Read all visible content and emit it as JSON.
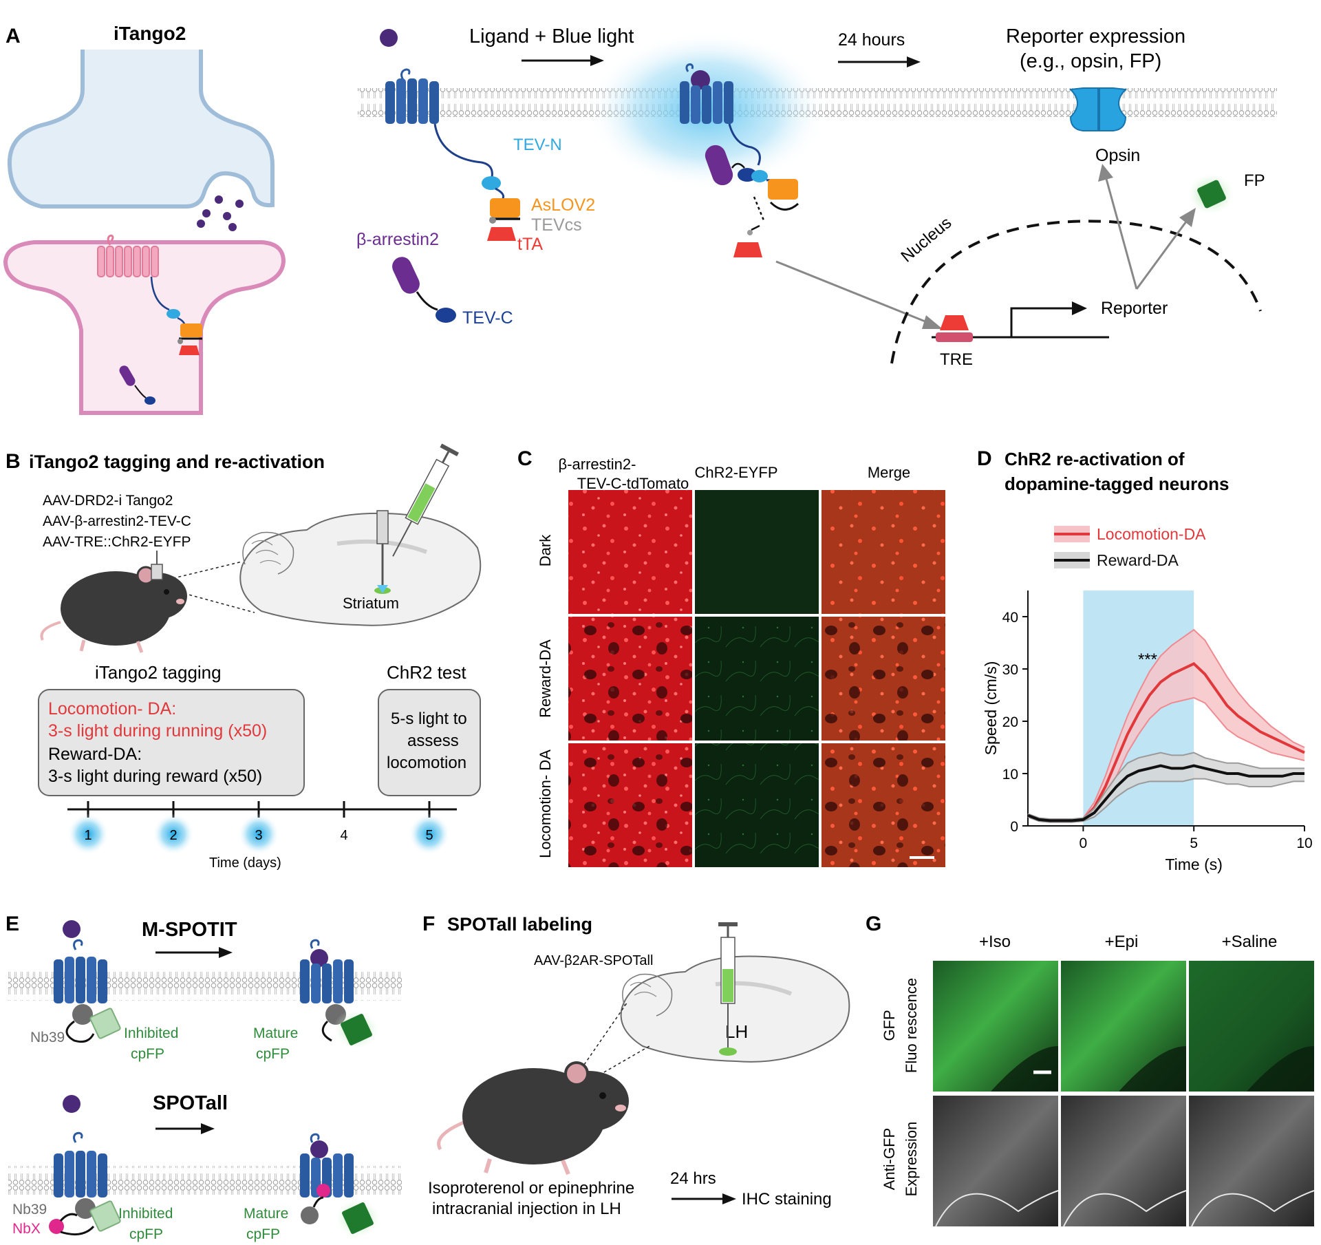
{
  "colors": {
    "receptor_blue": "#2a5aa0",
    "receptor_pink": "#e37a9a",
    "tev_n": "#2fa9e0",
    "tev_c": "#1b3f94",
    "aslov2": "#f7941d",
    "tta": "#ed3b36",
    "arrestin": "#6b2d8f",
    "ligand": "#4b2a7a",
    "cpfp": "#2e8b3a",
    "opsin": "#29a3e0",
    "locomotion": "#e0383b",
    "reward": "#111111",
    "light_window": "#bfe4f4"
  },
  "panel_a": {
    "letter": "A",
    "title": "iTango2",
    "ligand_light": "Ligand + Blue light",
    "hours": "24 hours",
    "reporter_expression_1": "Reporter  expression",
    "reporter_expression_2": "(e.g., opsin, FP)",
    "tev_n": "TEV-N",
    "aslov2": "AsLOV2",
    "tevcs": "TEVcs",
    "tta": "tTA",
    "arrestin": "β-arrestin2",
    "tev_c": "TEV-C",
    "opsin": "Opsin",
    "fp": "FP",
    "nucleus": "Nucleus",
    "tre": "TRE",
    "reporter": "Reporter"
  },
  "panel_b": {
    "letter": "B",
    "title": "iTango2 tagging and  re-activation",
    "aav": [
      "AAV-DRD2-i Tango2",
      "AAV-β-arrestin2-TEV-C",
      "AAV-TRE::ChR2-EYFP"
    ],
    "striatum": "Striatum",
    "tagging_title": "iTango2 tagging",
    "locomotion_line1": "Locomotion- DA:",
    "locomotion_line2": "3-s light during running (x50)",
    "reward_line1": "Reward-DA:",
    "reward_line2": "3-s light during reward (x50)",
    "chr2_title": "ChR2 test",
    "chr2_box": [
      "5-s light  to",
      "assess",
      "locomotion"
    ],
    "days": [
      "1",
      "2",
      "3",
      "4",
      "5"
    ],
    "days_lit": [
      true,
      true,
      true,
      false,
      true
    ],
    "axis_label": "Time (days)"
  },
  "panel_c": {
    "letter": "C",
    "columns": [
      "β-arrestin2-",
      "TEV-C-tdTomato",
      "ChR2-EYFP",
      "Merge"
    ],
    "rows": [
      "Dark",
      "Reward-DA",
      "Locomotion- DA"
    ]
  },
  "panel_d": {
    "letter": "D",
    "title_line1": "ChR2 re-activation of",
    "title_line2": "dopamine-tagged neurons",
    "significance": "***",
    "chart_data": {
      "type": "line",
      "xlabel": "Time (s)",
      "ylabel": "Speed (cm/s)",
      "xlim": [
        -2.5,
        10
      ],
      "ylim": [
        0,
        45
      ],
      "xticks": [
        0,
        5,
        10
      ],
      "yticks": [
        0,
        10,
        20,
        30,
        40
      ],
      "light_window": [
        0,
        5
      ],
      "x": [
        -2.5,
        -2,
        -1.5,
        -1,
        -0.5,
        0,
        0.5,
        1,
        1.5,
        2,
        2.5,
        3,
        3.5,
        4,
        4.5,
        5,
        5.5,
        6,
        6.5,
        7,
        7.5,
        8,
        8.5,
        9,
        9.5,
        10
      ],
      "series": [
        {
          "name": "Locomotion-DA",
          "values": [
            2.0,
            1.2,
            1.0,
            1.0,
            1.0,
            1.2,
            3.5,
            7.5,
            12.5,
            17.5,
            21.5,
            25.0,
            27.5,
            29.0,
            30.0,
            31.0,
            29.0,
            26.0,
            23.0,
            21.0,
            19.5,
            18.0,
            17.0,
            16.0,
            15.0,
            14.0
          ],
          "upper": [
            2.3,
            1.5,
            1.3,
            1.3,
            1.3,
            1.5,
            4.5,
            9.5,
            15.5,
            21.0,
            25.5,
            29.5,
            32.5,
            34.5,
            36.0,
            37.5,
            35.5,
            32.0,
            28.5,
            25.5,
            23.0,
            21.0,
            19.0,
            17.5,
            16.0,
            15.0
          ],
          "lower": [
            1.7,
            0.9,
            0.7,
            0.7,
            0.7,
            0.9,
            2.5,
            5.5,
            9.5,
            14.0,
            17.5,
            20.5,
            22.5,
            23.5,
            24.0,
            24.5,
            23.5,
            21.0,
            18.5,
            17.0,
            16.0,
            15.0,
            14.0,
            13.5,
            13.0,
            12.5
          ]
        },
        {
          "name": "Reward-DA",
          "values": [
            2.0,
            1.2,
            1.0,
            1.0,
            1.0,
            1.2,
            2.5,
            5.0,
            7.5,
            9.5,
            10.5,
            11.0,
            11.5,
            11.0,
            11.0,
            11.5,
            11.0,
            10.5,
            10.0,
            10.0,
            9.5,
            9.5,
            9.5,
            9.5,
            10.0,
            10.0
          ],
          "upper": [
            2.3,
            1.5,
            1.3,
            1.3,
            1.3,
            1.5,
            3.3,
            6.5,
            9.5,
            12.0,
            13.0,
            13.5,
            14.0,
            13.5,
            13.5,
            14.0,
            13.0,
            12.5,
            12.0,
            12.0,
            11.5,
            11.0,
            11.0,
            11.0,
            11.0,
            11.0
          ],
          "lower": [
            1.7,
            0.9,
            0.7,
            0.7,
            0.7,
            0.9,
            1.7,
            3.5,
            5.5,
            7.0,
            8.0,
            8.5,
            8.5,
            8.5,
            8.5,
            9.0,
            9.0,
            8.5,
            8.0,
            8.0,
            7.5,
            7.5,
            7.5,
            8.0,
            8.5,
            8.5
          ]
        }
      ]
    }
  },
  "panel_e": {
    "letter": "E",
    "mspotit": "M-SPOTIT",
    "spotall": "SPOTall",
    "nb39": "Nb39",
    "nbx": "NbX",
    "inhibited_1": "Inhibited",
    "inhibited_2": "cpFP",
    "mature_1": "Mature",
    "mature_2": "cpFP"
  },
  "panel_f": {
    "letter": "F",
    "title": "SPOTall labeling",
    "aav": "AAV-β2AR-SPOTall",
    "lh": "LH",
    "injection_1": "Isoproterenol or epinephrine",
    "injection_2": "intracranial injection in LH",
    "hours": "24 hrs",
    "staining": "IHC staining"
  },
  "panel_g": {
    "letter": "G",
    "columns": [
      "+Iso",
      "+Epi",
      "+Saline"
    ],
    "row1_1": "GFP",
    "row1_2": "Fluo rescence",
    "row2_1": "Anti-GFP",
    "row2_2": "Expression"
  }
}
